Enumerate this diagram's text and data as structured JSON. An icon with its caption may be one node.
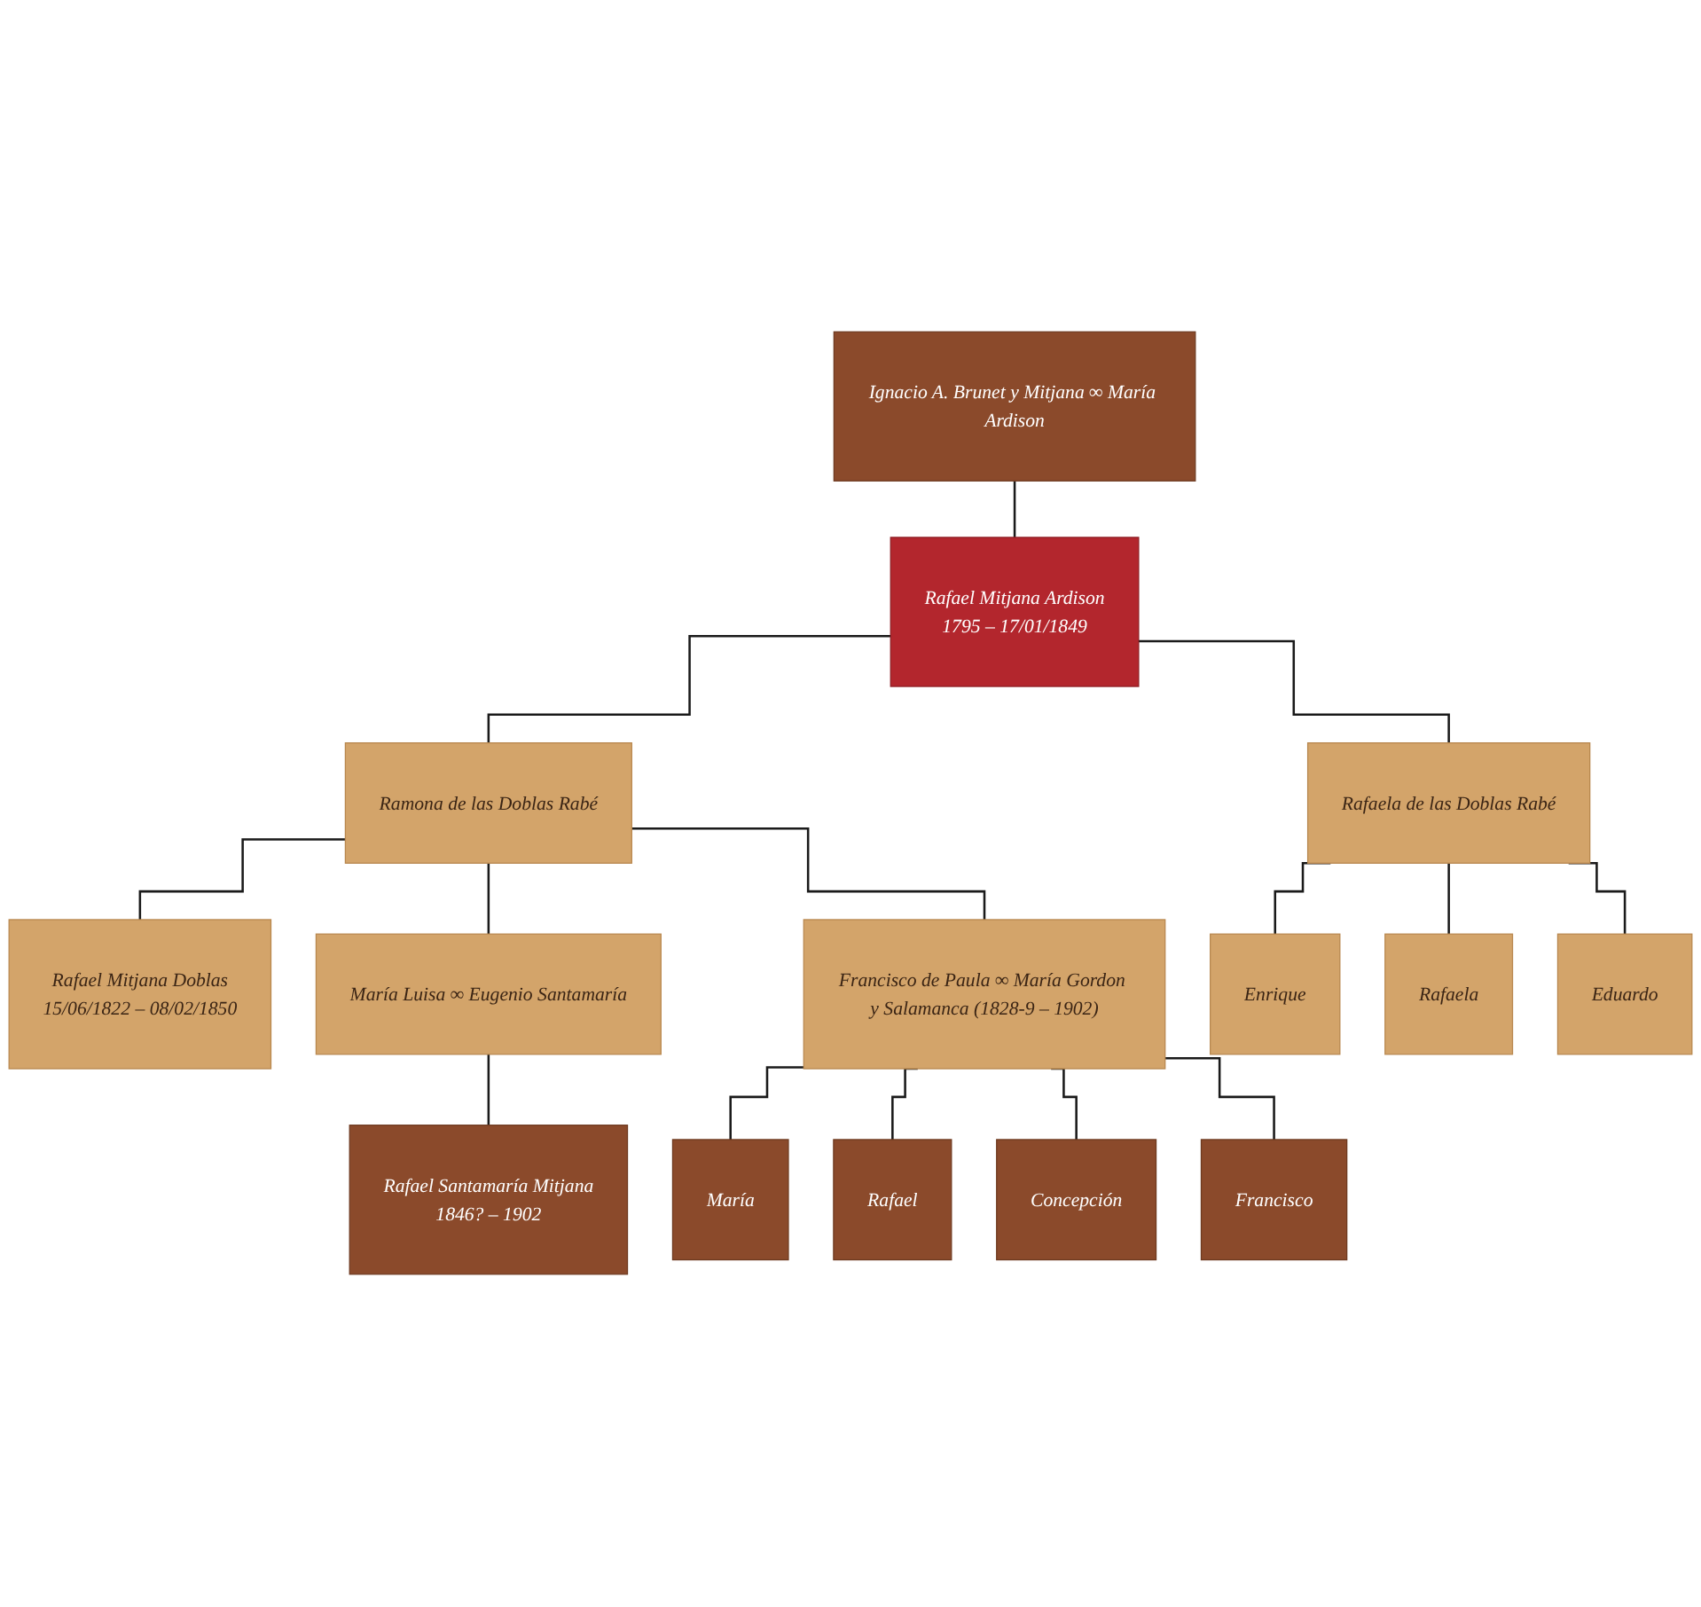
{
  "diagram": {
    "nodes": [
      {
        "text": [
          "Ignacio A. Brunet y Mitjana ∞ María Ardison"
        ]
      },
      {
        "text": [
          "Rafael Mitjana Ardison",
          "1795 – 17/01/1849"
        ]
      },
      {
        "text": [
          "Ramona de las Doblas Rabé"
        ]
      },
      {
        "text": [
          "Rafaela de las Doblas Rabé"
        ]
      },
      {
        "text": [
          "Rafael Mitjana Doblas",
          "15/06/1822 – 08/02/1850"
        ]
      },
      {
        "text": [
          "María Luisa ∞ Eugenio Santamaría"
        ]
      },
      {
        "text": [
          "Rafael Santamaría Mitjana",
          "1846? – 1902"
        ]
      },
      {
        "text": [
          "Francisco de Paula ∞ María Gordon y Salamanca (1828-9 – 1902)"
        ]
      },
      {
        "text": [
          "María"
        ]
      },
      {
        "text": [
          "Rafael"
        ]
      },
      {
        "text": [
          "Concepción"
        ]
      },
      {
        "text": [
          "Francisco"
        ]
      },
      {
        "text": [
          "Enrique"
        ]
      },
      {
        "text": [
          "Rafaela"
        ]
      },
      {
        "text": [
          "Eduardo"
        ]
      }
    ],
    "edges": [
      {
        "from": 0,
        "to": 1,
        "arrow": "none"
      },
      {
        "from": 1,
        "to": 2,
        "arrow": "none"
      },
      {
        "from": 1,
        "to": 3,
        "arrow": "none"
      },
      {
        "from": 2,
        "to": 4,
        "arrow": "none"
      },
      {
        "from": 2,
        "to": 5,
        "arrow": "none"
      },
      {
        "from": 2,
        "to": 7,
        "arrow": "none"
      },
      {
        "from": 5,
        "to": 6,
        "arrow": "none"
      },
      {
        "from": 7,
        "to": 8,
        "arrow": "none"
      },
      {
        "from": 7,
        "to": 9,
        "arrow": "none"
      },
      {
        "from": 7,
        "to": 10,
        "arrow": "none"
      },
      {
        "from": 7,
        "to": 11,
        "arrow": "none"
      },
      {
        "from": 3,
        "to": 12,
        "arrow": "none"
      },
      {
        "from": 3,
        "to": 13,
        "arrow": "none"
      },
      {
        "from": 3,
        "to": 14,
        "arrow": "none"
      }
    ]
  }
}
